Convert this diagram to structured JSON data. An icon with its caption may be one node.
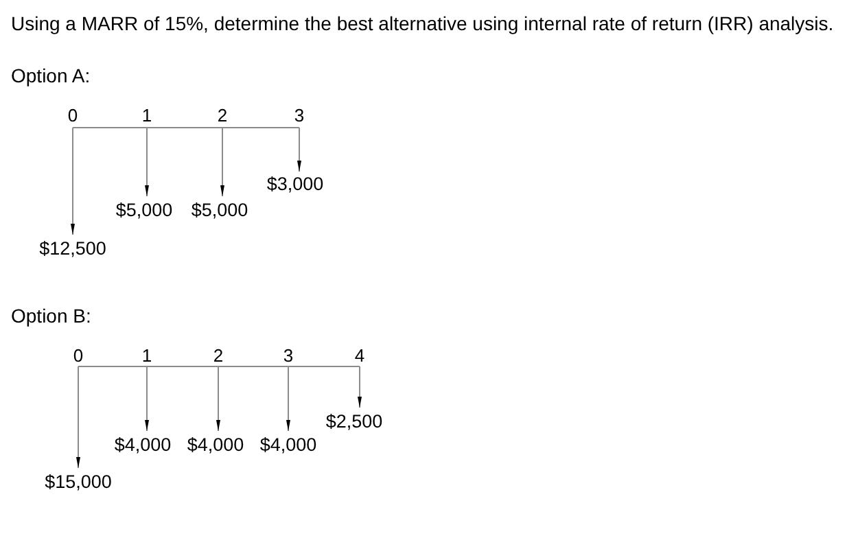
{
  "diagram": {
    "title": "Using a MARR of 15%, determine the best alternative using internal rate of return (IRR) analysis.",
    "labels": [
      "Option A:",
      "0",
      "1",
      "2",
      "3",
      "$3,000",
      "$5,000",
      "$5,000",
      "$12,500",
      "Option B:",
      "0",
      "1",
      "2",
      "3",
      "4",
      "$2,500",
      "$4,000",
      "$4,000",
      "$4,000",
      "$15,000"
    ]
  }
}
